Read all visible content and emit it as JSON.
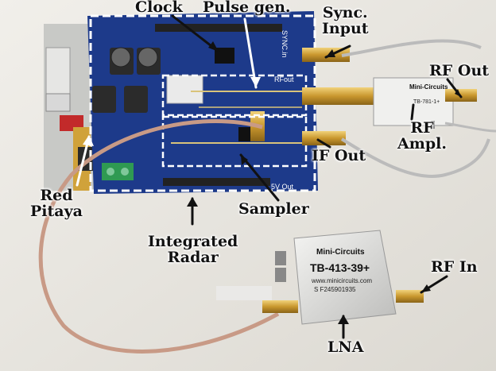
{
  "labels": {
    "clock": "Clock",
    "pulse_gen": "Pulse gen.",
    "sync_input": [
      "Sync.",
      "Input"
    ],
    "rf_out": "RF Out",
    "rf_ampl": [
      "RF",
      "Ampl."
    ],
    "if_out": "IF Out",
    "red_pitaya": [
      "Red",
      "Pitaya"
    ],
    "sampler": "Sampler",
    "integrated_radar": [
      "Integrated",
      "Radar"
    ],
    "rf_in": "RF In",
    "lna": "LNA"
  },
  "lna_module": {
    "brand": "Mini-Circuits",
    "model": "TB-413-39+",
    "url": "www.minicircuits.com",
    "serial": "S F245901935"
  },
  "amp_board": {
    "brand": "Mini-Circuits",
    "model": "TB-781-1+"
  },
  "pcb_text": {
    "sync_in": "SYNC.in",
    "rf_out": "RFout",
    "out_5v": "5V Out"
  },
  "colors": {
    "pcb": "#1d3a8a",
    "annotation_white": "#ffffff",
    "label_text": "#111111",
    "sma_gold": "#d4a93a",
    "cable": "#c89a86"
  }
}
